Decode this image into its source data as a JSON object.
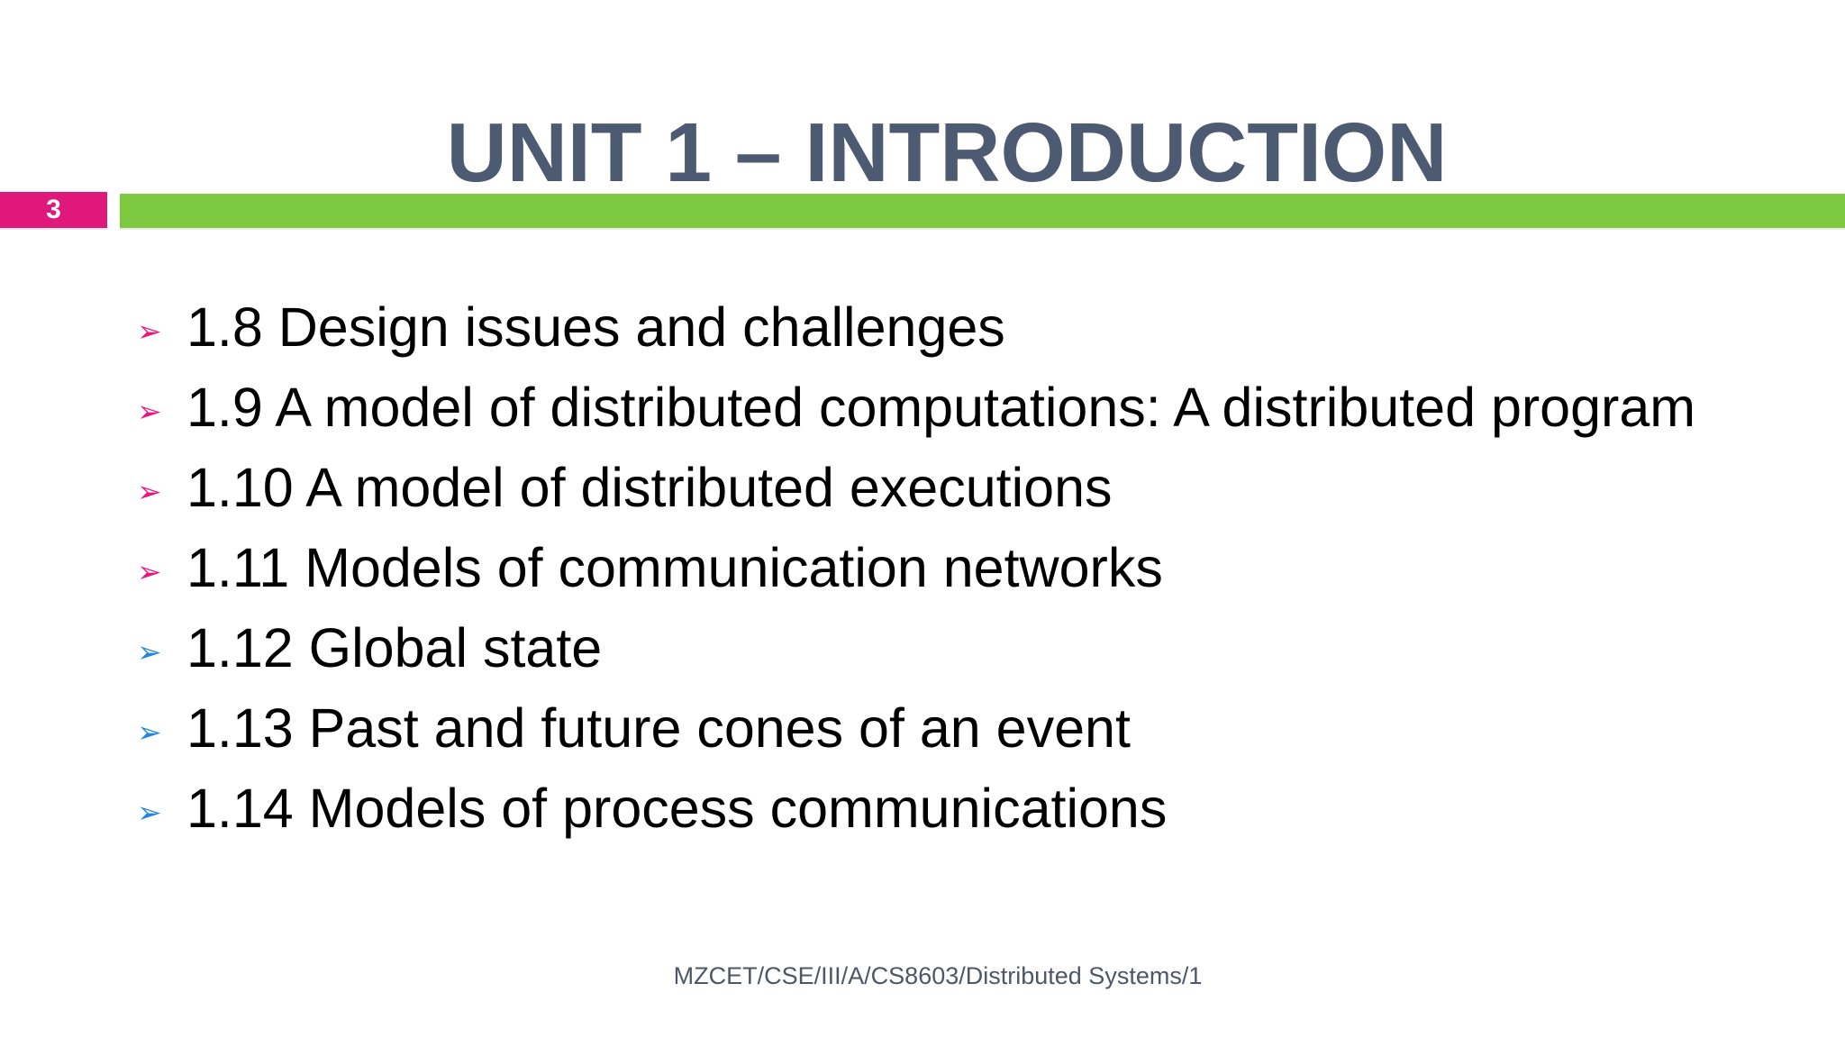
{
  "slide": {
    "title": "UNIT 1 – INTRODUCTION",
    "page_number": "3",
    "bullet_glyph": "➢",
    "bullets": [
      {
        "text": "1.8 Design issues and challenges",
        "marker_color": "#ed137f"
      },
      {
        "text": "1.9 A model of distributed computations: A distributed program",
        "marker_color": "#ed137f"
      },
      {
        "text": "1.10 A model of distributed executions",
        "marker_color": "#ed137f"
      },
      {
        "text": "1.11 Models of communication networks",
        "marker_color": "#ed137f"
      },
      {
        "text": "1.12 Global state",
        "marker_color": "#2186dd"
      },
      {
        "text": "1.13 Past and future cones of an event",
        "marker_color": "#2186dd"
      },
      {
        "text": "1.14 Models of process communications",
        "marker_color": "#2186dd"
      }
    ],
    "footer": "MZCET/CSE/III/A/CS8603/Distributed Systems/1",
    "colors": {
      "title": "#4d5b72",
      "badge_background": "#e0187b",
      "badge_text": "#ffffff",
      "accent_bar": "#7cc83e",
      "body_text": "#000000",
      "footer_text": "#4d5766",
      "bullet_pink": "#ed137f",
      "bullet_blue": "#2186dd"
    }
  }
}
